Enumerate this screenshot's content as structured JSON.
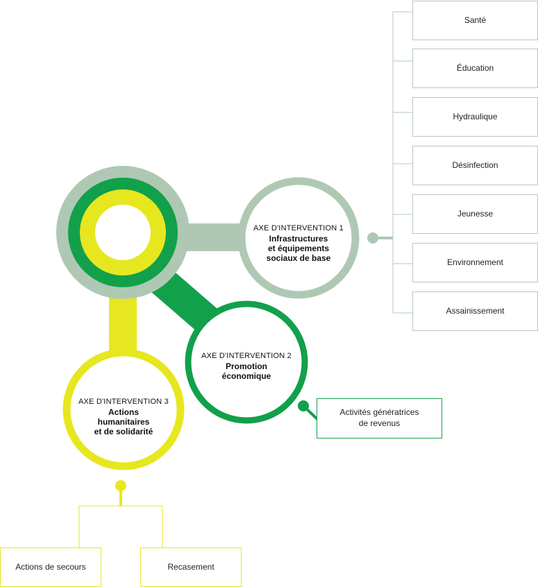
{
  "colors": {
    "gray": "#afc8b4",
    "green": "#12a04b",
    "yellow": "#e7e71f",
    "box_gray_border": "#b6c9b9"
  },
  "axes": [
    {
      "label": "AXE D'INTERVENTION 1",
      "title": "Infrastructures\net équipements\nsociaux de base"
    },
    {
      "label": "AXE D'INTERVENTION 2",
      "title": "Promotion\néconomique"
    },
    {
      "label": "AXE D'INTERVENTION 3",
      "title": "Actions\nhumanitaires\net de solidarité"
    }
  ],
  "axis1_items": [
    "Santé",
    "Éducation",
    "Hydraulique",
    "Désinfection",
    "Jeunesse",
    "Environnement",
    "Assainissement"
  ],
  "axis2_items": [
    "Activités génératrices\nde revenus"
  ],
  "axis3_items": [
    "Actions de secours",
    "Recasement"
  ]
}
